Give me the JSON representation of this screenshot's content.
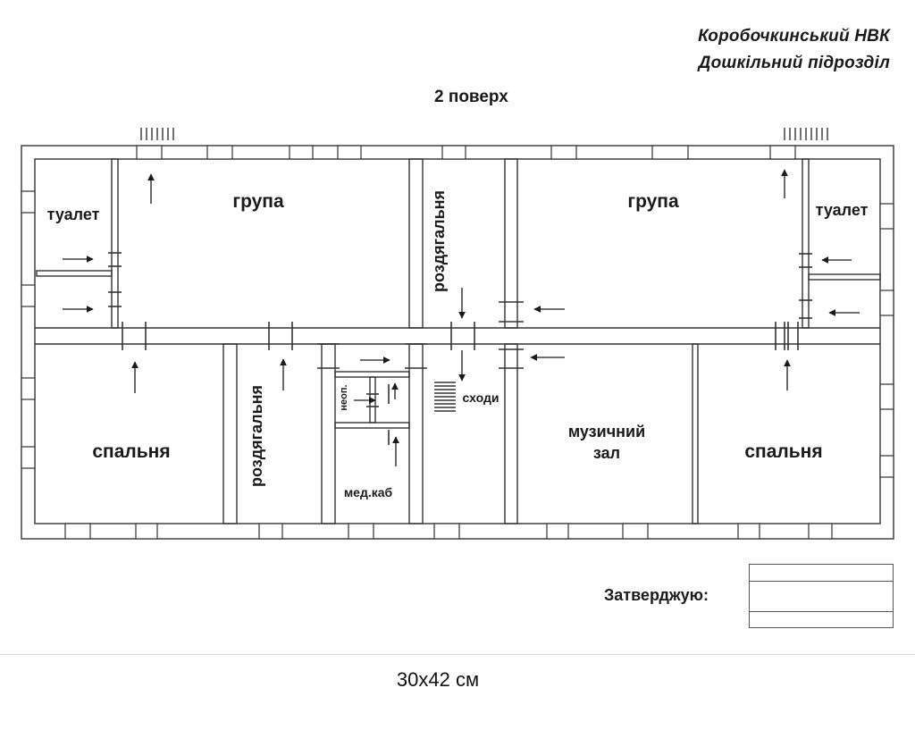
{
  "header": {
    "school_name": "Коробочкинський НВК",
    "division_name": "Дошкільний підрозділ",
    "floor_title": "2 поверх"
  },
  "rooms": {
    "toilet_left": "туалет",
    "group_left": "група",
    "cloakroom_top": "роздягальня",
    "group_right": "група",
    "toilet_right": "туалет",
    "bedroom_left": "спальня",
    "cloakroom_bottom": "роздягальня",
    "neop": "неоп.",
    "med_cab": "мед.каб",
    "stairs": "сходи",
    "music_hall_line1": "музичний",
    "music_hall_line2": "зал",
    "bedroom_right": "спальня"
  },
  "approval": {
    "label": "Затверджую:"
  },
  "caption": {
    "size": "30х42 см"
  },
  "colors": {
    "wall": "#333333",
    "text": "#1a1a1a"
  }
}
